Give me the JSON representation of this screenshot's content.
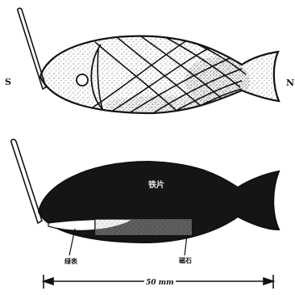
{
  "labels": {
    "south": "S",
    "north": "N",
    "body_label": "铁片",
    "left_part": "绿表",
    "right_part": "磁石",
    "scale": "50 mm"
  },
  "colors": {
    "ink": "#111111",
    "fish_dark": "#151515",
    "paper": "#ffffff",
    "stipple": "#5a5a5a"
  }
}
